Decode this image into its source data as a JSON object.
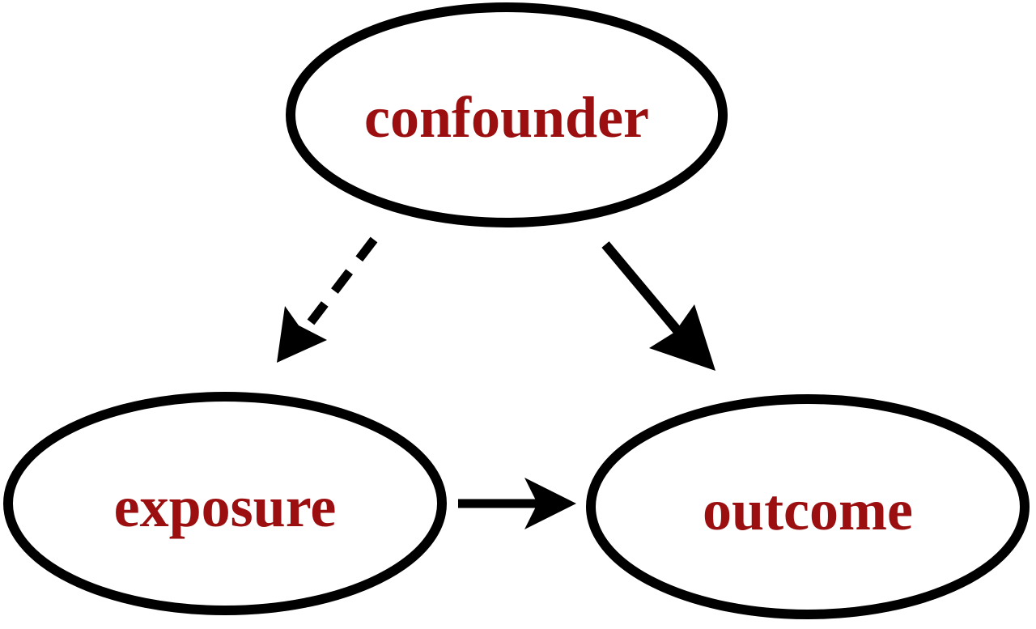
{
  "diagram": {
    "label_color": "#9b0f10",
    "stroke_color": "#000000",
    "nodes": {
      "confounder": {
        "label": "confounder"
      },
      "exposure": {
        "label": "exposure"
      },
      "outcome": {
        "label": "outcome"
      }
    },
    "edges": [
      {
        "from": "confounder",
        "to": "exposure",
        "style": "dashed"
      },
      {
        "from": "confounder",
        "to": "outcome",
        "style": "solid"
      },
      {
        "from": "exposure",
        "to": "outcome",
        "style": "solid"
      }
    ]
  }
}
